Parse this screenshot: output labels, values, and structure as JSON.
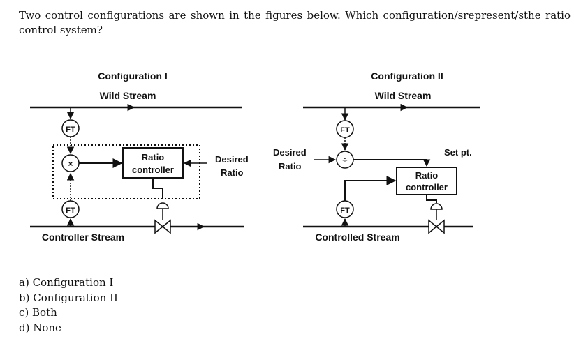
{
  "question": "Two control configurations are shown in the figures below. Which configuration/srepresent/sthe ratio control system?",
  "config1": {
    "title": "Configuration I",
    "wild_stream": "Wild Stream",
    "controller_stream": "Controller Stream",
    "ft_top": "FT",
    "ft_bottom": "FT",
    "multiplier": "×",
    "box_line1": "Ratio",
    "box_line2": "controller",
    "desired_line1": "Desired",
    "desired_line2": "Ratio"
  },
  "config2": {
    "title": "Configuration II",
    "wild_stream": "Wild Stream",
    "controlled_stream": "Controlled Stream",
    "ft_top": "FT",
    "ft_bottom": "FT",
    "divider": "÷",
    "desired_line1": "Desired",
    "desired_line2": "Ratio",
    "setpoint": "Set pt.",
    "box_line1": "Ratio",
    "box_line2": "controller"
  },
  "options": [
    "a) Configuration I",
    "b) Configuration II",
    "c) Both",
    "d) None"
  ]
}
